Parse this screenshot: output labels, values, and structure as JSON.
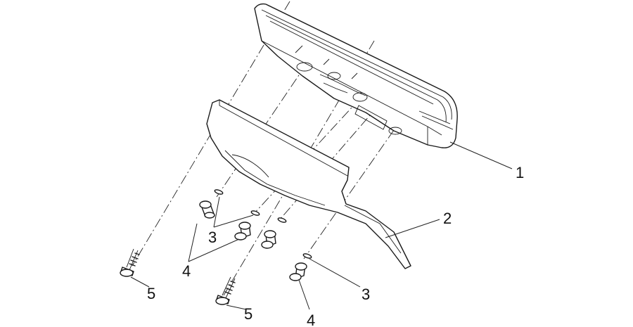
{
  "diagram": {
    "callouts": [
      {
        "id": "c1",
        "label": "1"
      },
      {
        "id": "c2",
        "label": "2"
      },
      {
        "id": "c3a",
        "label": "3"
      },
      {
        "id": "c3b",
        "label": "3"
      },
      {
        "id": "c4a",
        "label": "4"
      },
      {
        "id": "c4b",
        "label": "4"
      },
      {
        "id": "c5a",
        "label": "5"
      },
      {
        "id": "c5b",
        "label": "5"
      }
    ]
  }
}
